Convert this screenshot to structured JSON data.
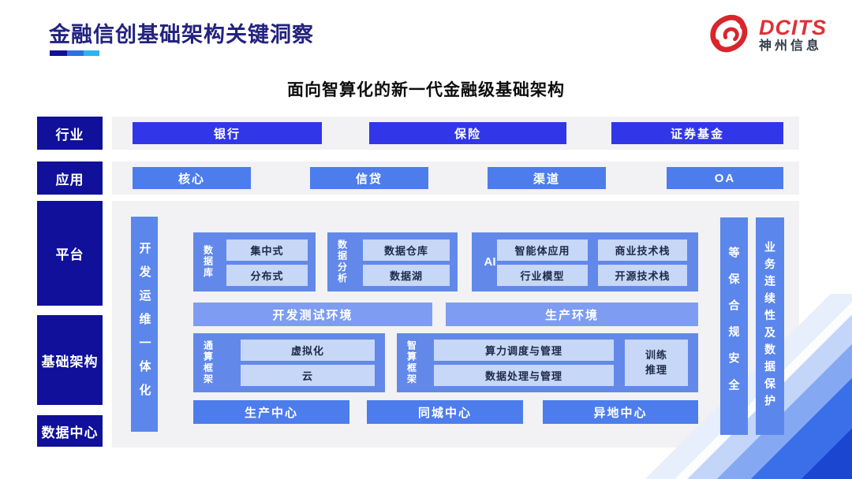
{
  "header": {
    "title": "金融信创基础架构关键洞察",
    "logo": {
      "brand": "DCITS",
      "company": "神州信息"
    }
  },
  "subtitle": "面向智算化的新一代金融级基础架构",
  "sidebar": {
    "items": [
      "行业",
      "应用",
      "平台",
      "基础架构",
      "数据中心"
    ]
  },
  "industry": {
    "items": [
      "银行",
      "保险",
      "证券基金"
    ]
  },
  "applications": {
    "items": [
      "核心",
      "信贷",
      "渠道",
      "OA"
    ]
  },
  "platform": {
    "devops_bar": "开发运维一体化",
    "database": {
      "label": "数据库",
      "items": [
        "集中式",
        "分布式"
      ]
    },
    "analytics": {
      "label": "数据分析",
      "items": [
        "数据仓库",
        "数据湖"
      ]
    },
    "ai": {
      "label": "AI",
      "items": [
        "智能体应用",
        "商业技术栈",
        "行业模型",
        "开源技术栈"
      ]
    },
    "environments": {
      "dev_test": "开发测试环境",
      "production": "生产环境"
    },
    "general_compute": {
      "label": "通算框架",
      "items": [
        "虚拟化",
        "云"
      ]
    },
    "intelligent_compute": {
      "label": "智算框架",
      "items": [
        "算力调度与管理",
        "数据处理与管理"
      ],
      "side_box": "训练\n推理"
    },
    "centers": [
      "生产中心",
      "同城中心",
      "异地中心"
    ],
    "security_bar": "等保合规安全",
    "continuity_bar": "业务连续性及数据保护"
  },
  "colors": {
    "sidebar_navy": "#10109a",
    "industry_blue": "#3136e9",
    "app_blue": "#4d7dec",
    "container_blue": "#6289ea",
    "env_blue": "#7e9cf1",
    "bar_blue": "#5b86ec",
    "inner_light": "#c7d7f8",
    "panel_gray": "#f2f2f4",
    "accent_red": "#df3038",
    "underline": [
      "#10109a",
      "#2e6fe4",
      "#2ab5ef"
    ]
  }
}
